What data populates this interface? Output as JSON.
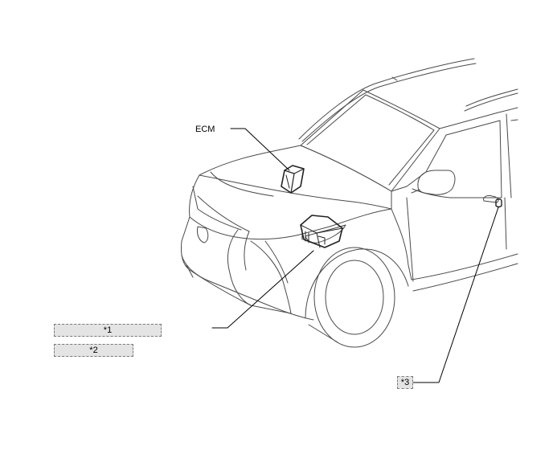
{
  "labels": {
    "ecm": "ECM",
    "callout_1": "*1",
    "callout_2": "*2",
    "callout_3": "*3"
  },
  "colors": {
    "line": "#4a4a4a",
    "callout_fill": "#e4e4e4"
  }
}
